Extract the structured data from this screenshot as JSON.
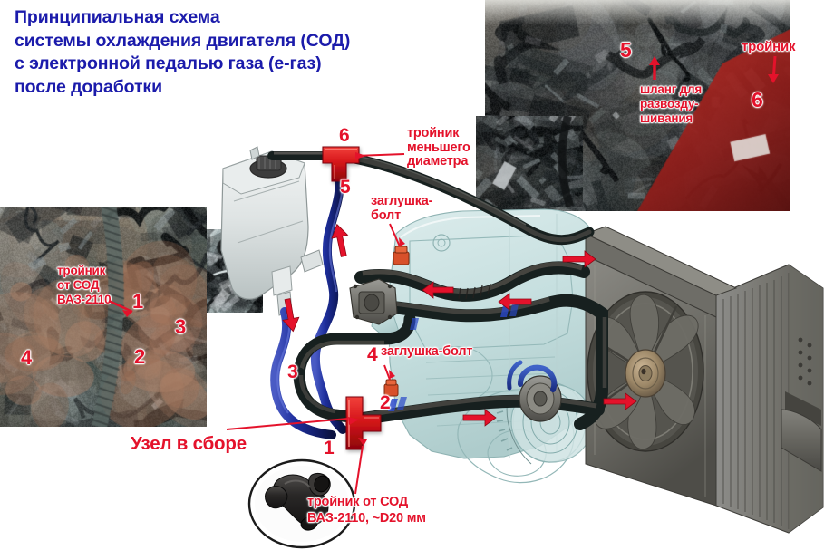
{
  "document": {
    "title_lines": "Принципиальная схема\nсистемы охлаждения двигателя (СОД)\nс электронной педалью газа (е-газ)\nпосле доработки",
    "title_color": "#1b1bab",
    "label_color": "#e4122b",
    "background_color": "#ffffff"
  },
  "diagram": {
    "caption_assembly": "Узел в сборе",
    "labels": {
      "tee_smaller_diameter": "тройник\nменьшего\nдиаметра",
      "plug_bolt_upper": "заглушка-\nболт",
      "plug_bolt_lower": "заглушка-болт",
      "tee_from_cooling_system": "тройник от СОД\nВАЗ-2110, ~D20 мм"
    },
    "callout_numbers": {
      "n1": "1",
      "n2": "2",
      "n3": "3",
      "n4": "4",
      "n5": "5",
      "n6": "6"
    }
  },
  "photo_top_right": {
    "labels": {
      "five": "5",
      "six": "6",
      "tee": "тройник",
      "bleed_hose": "шланг для\nразвозду-\nшивания"
    }
  },
  "photo_left": {
    "labels": {
      "tee_from_vaz": "тройник\nот СОД\nВАЗ-2110",
      "one": "1",
      "two": "2",
      "three": "3",
      "four": "4"
    }
  },
  "icons": {
    "flow_arrow": "flow-arrow-icon",
    "pointer_arrow": "pointer-arrow-icon",
    "tee_fitting": "tee-fitting-icon",
    "radiator": "radiator-icon",
    "cooling_fan": "cooling-fan-icon",
    "expansion_tank": "expansion-tank-icon"
  }
}
